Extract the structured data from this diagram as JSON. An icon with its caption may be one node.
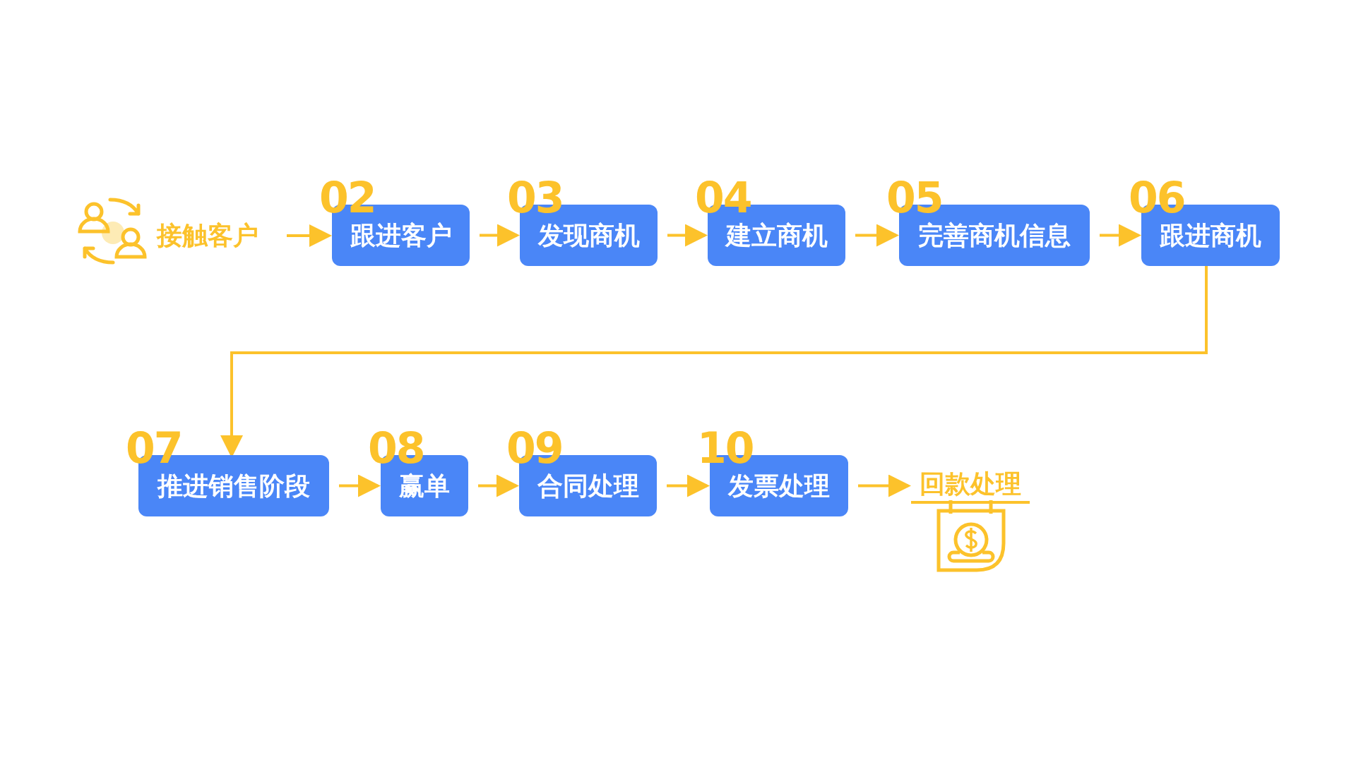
{
  "diagram": {
    "nodes": [
      {
        "text": [
          "接触客户"
        ]
      },
      {
        "text": [
          "跟进客户"
        ],
        "beside": [
          "02"
        ]
      },
      {
        "text": [
          "发现商机"
        ],
        "beside": [
          "03"
        ]
      },
      {
        "text": [
          "建立商机"
        ],
        "beside": [
          "04"
        ]
      },
      {
        "text": [
          "完善商机信息"
        ],
        "beside": [
          "05"
        ]
      },
      {
        "text": [
          "跟进商机"
        ],
        "beside": [
          "06"
        ]
      },
      {
        "text": [
          "推进销售阶段"
        ],
        "beside": [
          "07"
        ]
      },
      {
        "text": [
          "赢单"
        ],
        "beside": [
          "08"
        ]
      },
      {
        "text": [
          "合同处理"
        ],
        "beside": [
          "09"
        ]
      },
      {
        "text": [
          "发票处理"
        ],
        "beside": [
          "10"
        ]
      },
      {
        "text": [
          "回款处理"
        ]
      }
    ],
    "edges": [
      {
        "from": 0,
        "to": 1,
        "arrow": "to"
      },
      {
        "from": 1,
        "to": 2,
        "arrow": "to"
      },
      {
        "from": 2,
        "to": 3,
        "arrow": "to"
      },
      {
        "from": 3,
        "to": 4,
        "arrow": "to"
      },
      {
        "from": 4,
        "to": 5,
        "arrow": "to"
      },
      {
        "from": 5,
        "to": 6,
        "arrow": "to"
      },
      {
        "from": 6,
        "to": 7,
        "arrow": "to"
      },
      {
        "from": 7,
        "to": 8,
        "arrow": "to"
      },
      {
        "from": 8,
        "to": 9,
        "arrow": "to"
      },
      {
        "from": 9,
        "to": 10,
        "arrow": "to"
      }
    ]
  }
}
